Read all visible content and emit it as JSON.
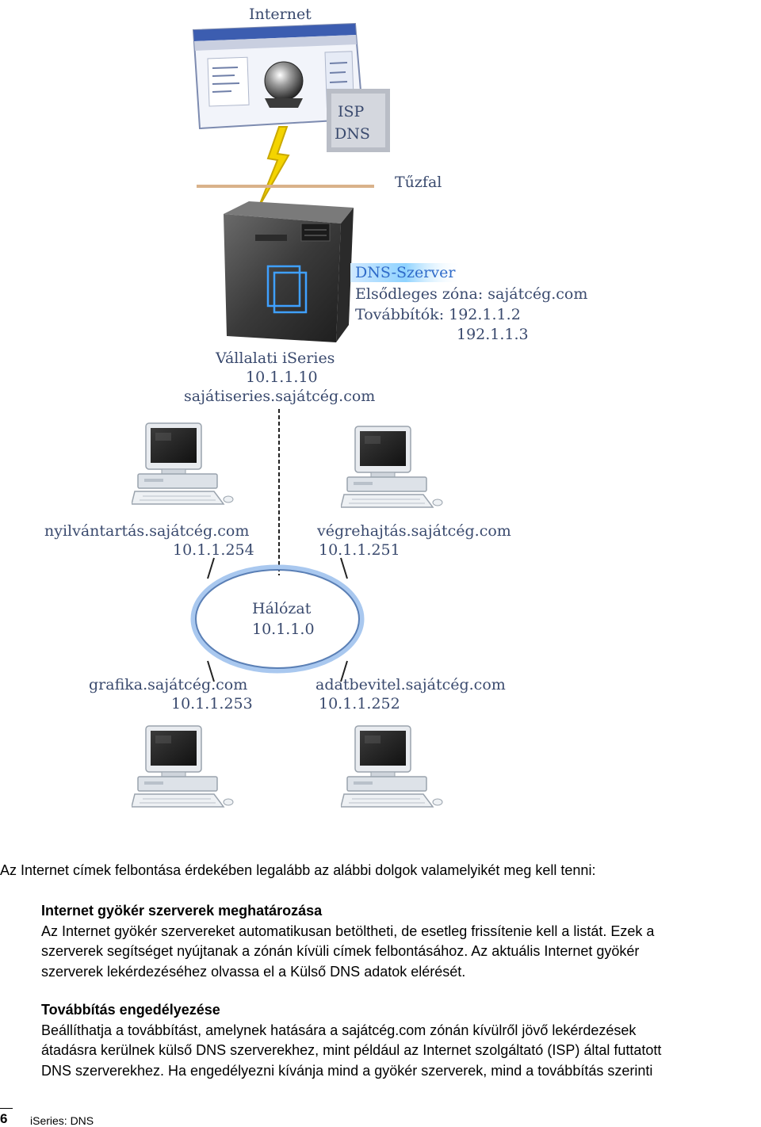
{
  "diagram": {
    "internet_label": "Internet",
    "isp_label_1": "ISP",
    "isp_label_2": "DNS",
    "firewall_label": "Tűzfal",
    "dns_server": {
      "title": "DNS-Szerver",
      "primary_zone": "Elsődleges zóna: sajátcég.com",
      "forwarders": "Továbbítók: 192.1.1.2",
      "forwarder_2": "192.1.1.3"
    },
    "iseries": {
      "name": "Vállalati iSeries",
      "ip": "10.1.1.10",
      "host": "sajátiseries.sajátcég.com"
    },
    "network": {
      "name": "Hálózat",
      "ip": "10.1.1.0"
    },
    "clients": [
      {
        "host": "nyilvántartás.sajátcég.com",
        "ip": "10.1.1.254"
      },
      {
        "host": "végrehajtás.sajátcég.com",
        "ip": "10.1.1.251"
      },
      {
        "host": "grafika.sajátcég.com",
        "ip": "10.1.1.253"
      },
      {
        "host": "adatbevitel.sajátcég.com",
        "ip": "10.1.1.252"
      }
    ]
  },
  "intro": "Az Internet címek felbontása érdekében legalább az alábbi dolgok valamelyikét meg kell tenni:",
  "sections": [
    {
      "title": "Internet gyökér szerverek meghatározása",
      "lines": [
        "Az Internet gyökér szervereket automatikusan betöltheti, de esetleg frissítenie kell a listát. Ezek a",
        "szerverek segítséget nyújtanak a zónán kívüli címek felbontásához. Az aktuális Internet gyökér",
        "szerverek lekérdezéséhez olvassa el a Külső DNS adatok elérését."
      ]
    },
    {
      "title": "Továbbítás engedélyezése",
      "lines": [
        "Beállíthatja a továbbítást, amelynek hatására a sajátcég.com zónán kívülről jövő lekérdezések",
        "átadásra kerülnek külső DNS szerverekhez, mint például az Internet szolgáltató (ISP) által futtatott",
        "DNS szerverekhez. Ha engedélyezni kívánja mind a gyökér szerverek, mind a továbbítás szerinti"
      ]
    }
  ],
  "footer": {
    "page_number": "6",
    "text": "iSeries:  DNS"
  }
}
